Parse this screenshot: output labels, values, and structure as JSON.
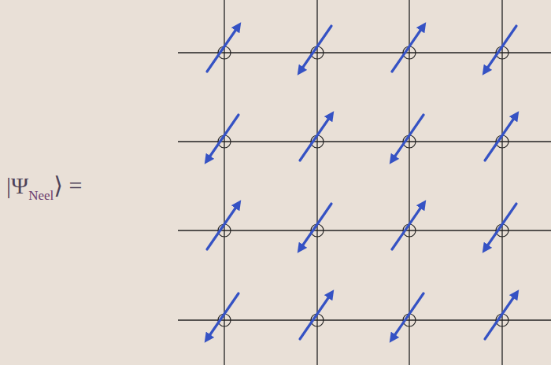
{
  "diagram": {
    "labels": [
      "|Ψ",
      "Neel",
      "⟩ ="
    ]
  }
}
